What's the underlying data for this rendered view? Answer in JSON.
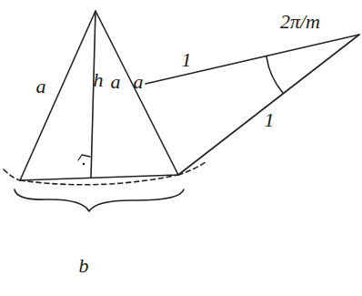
{
  "diagram": {
    "labels": [
      "2π/m",
      "1",
      "a",
      "h",
      "a",
      "a",
      "1",
      "b"
    ]
  }
}
